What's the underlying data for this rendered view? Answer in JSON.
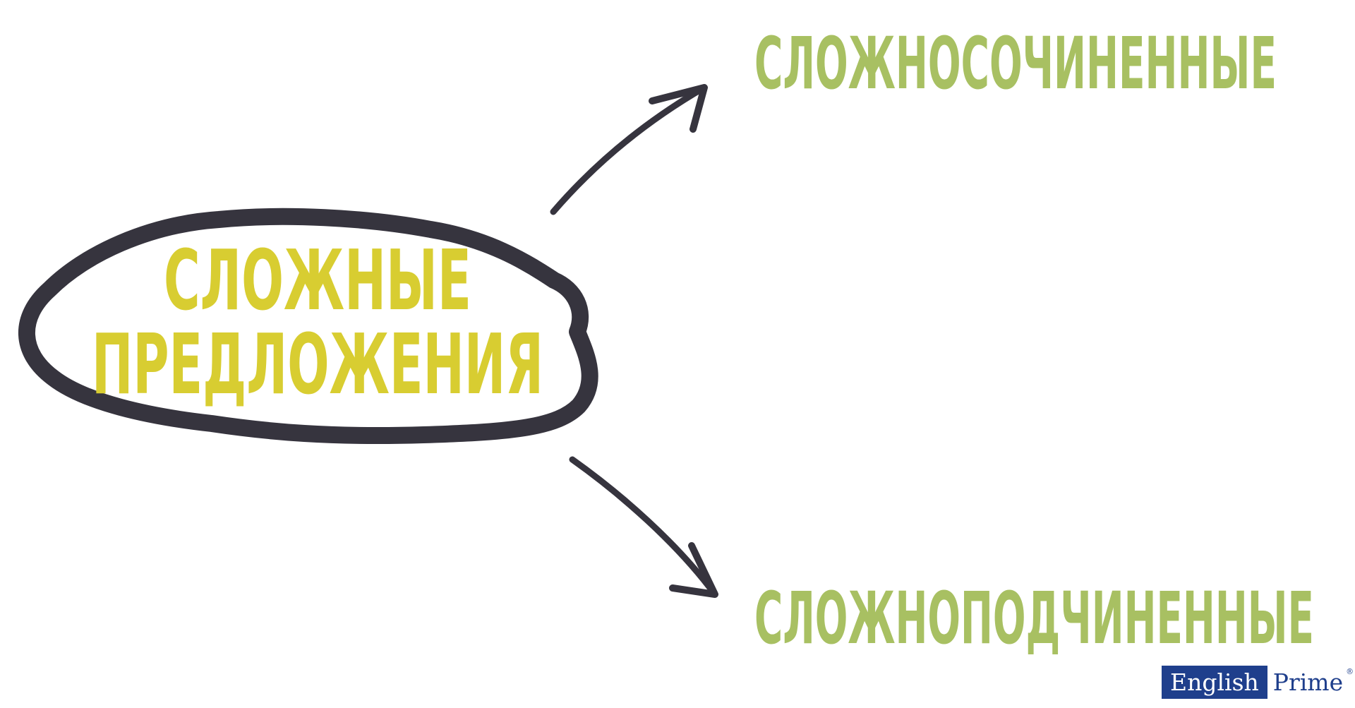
{
  "diagram": {
    "center": {
      "line1": "СЛОЖНЫЕ",
      "line2": "ПРЕДЛОЖЕНИЯ"
    },
    "top_branch": "СЛОЖНОСОЧИНЕННЫЕ",
    "bottom_branch": "СЛОЖНОПОДЧИНЕННЫЕ"
  },
  "logo": {
    "part1": "English",
    "part2": "Prime",
    "mark": "®"
  },
  "colors": {
    "ellipse_stroke": "#36343e",
    "arrow_stroke": "#36343e",
    "center_text": "#d8cd31",
    "branch_text": "#a8c062",
    "logo_blue": "#1f3f8c",
    "background": "#ffffff"
  },
  "icons": {
    "ellipse": "hand-drawn-ellipse",
    "top_arrow": "curved-arrow-up-right-icon",
    "bottom_arrow": "curved-arrow-down-right-icon"
  }
}
